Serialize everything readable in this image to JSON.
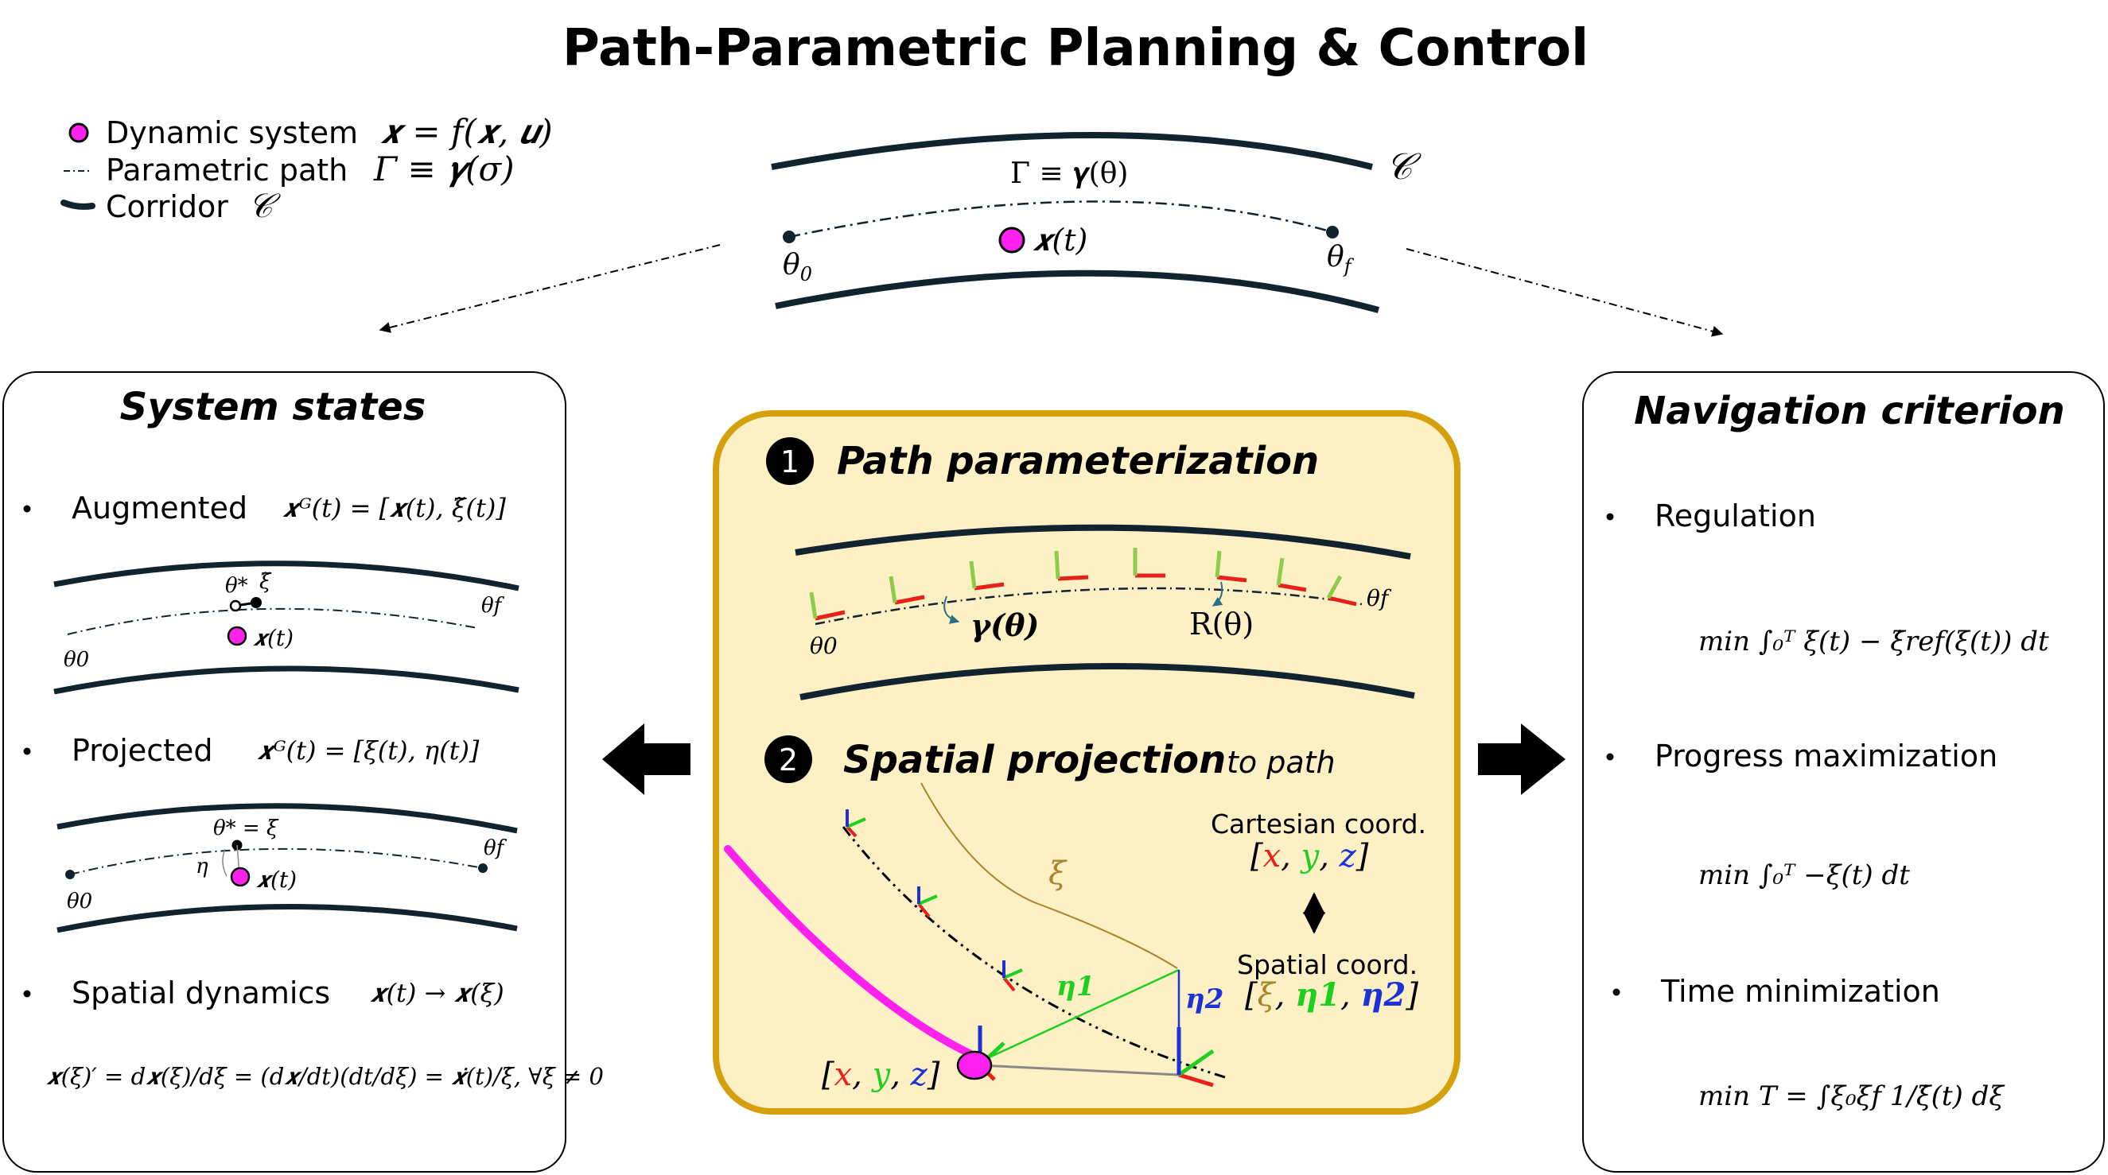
{
  "title": "Path-Parametric Planning & Control",
  "colors": {
    "corridor": "#10232e",
    "magenta": "#ff22ee",
    "center_fill": "#fdf0c4",
    "center_border": "#d4a10d",
    "x_axis": "#e8201a",
    "y_axis": "#1fcf1f",
    "z_axis": "#1a32d6",
    "xi": "#a8852b",
    "eta_arrow": "#2b6f87"
  },
  "legend": {
    "items": [
      {
        "label": "Dynamic system",
        "math": "𝒙 = f(𝒙, 𝒖)"
      },
      {
        "label": "Parametric path",
        "math": "Γ ≡ 𝜸(σ)"
      },
      {
        "label": "Corridor",
        "math": "𝒞"
      }
    ]
  },
  "top_diagram": {
    "path_label": "Γ ≡ 𝜸(θ)",
    "corridor_label": "𝒞",
    "start_label": "θ",
    "start_sub": "0",
    "end_label": "θ",
    "end_sub": "f",
    "state_label": "𝒙(t)"
  },
  "left_panel": {
    "title": "System states",
    "augmented": {
      "label": "Augmented",
      "eq": "𝒙ᴳ(t) = [𝒙(t), ξ̃(t)]",
      "theta_star": "θ*",
      "xi_tilde": "ξ̃",
      "theta_f": "θf",
      "theta_0": "θ0",
      "state": "𝒙(t)"
    },
    "projected": {
      "label": "Projected",
      "eq": "𝒙ᴳ(t) = [ξ(t), η(t)]",
      "theta_star": "θ* = ξ",
      "eta": "η",
      "theta_f": "θf",
      "theta_0": "θ0",
      "state": "𝒙(t)"
    },
    "spatial": {
      "label": "Spatial dynamics",
      "eq": "𝒙(t) → 𝒙(ξ)",
      "derivation": "𝒙(ξ)′ = d𝒙(ξ)/dξ = (d𝒙/dt)(dt/dξ) = 𝒙̇(t)/ξ̇,  ∀ξ̇ ≠ 0"
    }
  },
  "center_panel": {
    "step1": {
      "num": "1",
      "title": "Path parameterization"
    },
    "step1_diagram": {
      "gamma": "𝜸(θ)",
      "rot": "R(θ)",
      "theta_0": "θ0",
      "theta_f": "θf"
    },
    "step2": {
      "num": "2",
      "title": "Spatial projection",
      "suffix": "to path"
    },
    "cartesian": {
      "label": "Cartesian coord.",
      "x": "𝑥",
      "y": "𝑦",
      "z": "𝑧"
    },
    "spatial": {
      "label": "Spatial coord.",
      "xi": "ξ",
      "eta1": "𝜼1",
      "eta2": "𝜼2"
    },
    "xi_label": "ξ",
    "eta1_label": "𝜼1",
    "eta2_label": "𝜼2",
    "point_label": {
      "x": "𝑥",
      "y": "𝑦",
      "z": "𝑧"
    }
  },
  "right_panel": {
    "title": "Navigation criterion",
    "items": [
      {
        "label": "Regulation",
        "eq": "min ∫₀ᵀ ξ̇(t) − ξ̇ref(ξ(t)) dt"
      },
      {
        "label": "Progress maximization",
        "eq": "min ∫₀ᵀ −ξ(t) dt"
      },
      {
        "label": "Time minimization",
        "eq": "min T = ∫ξ₀ξf 1/ξ̇(t) dξ"
      }
    ]
  }
}
